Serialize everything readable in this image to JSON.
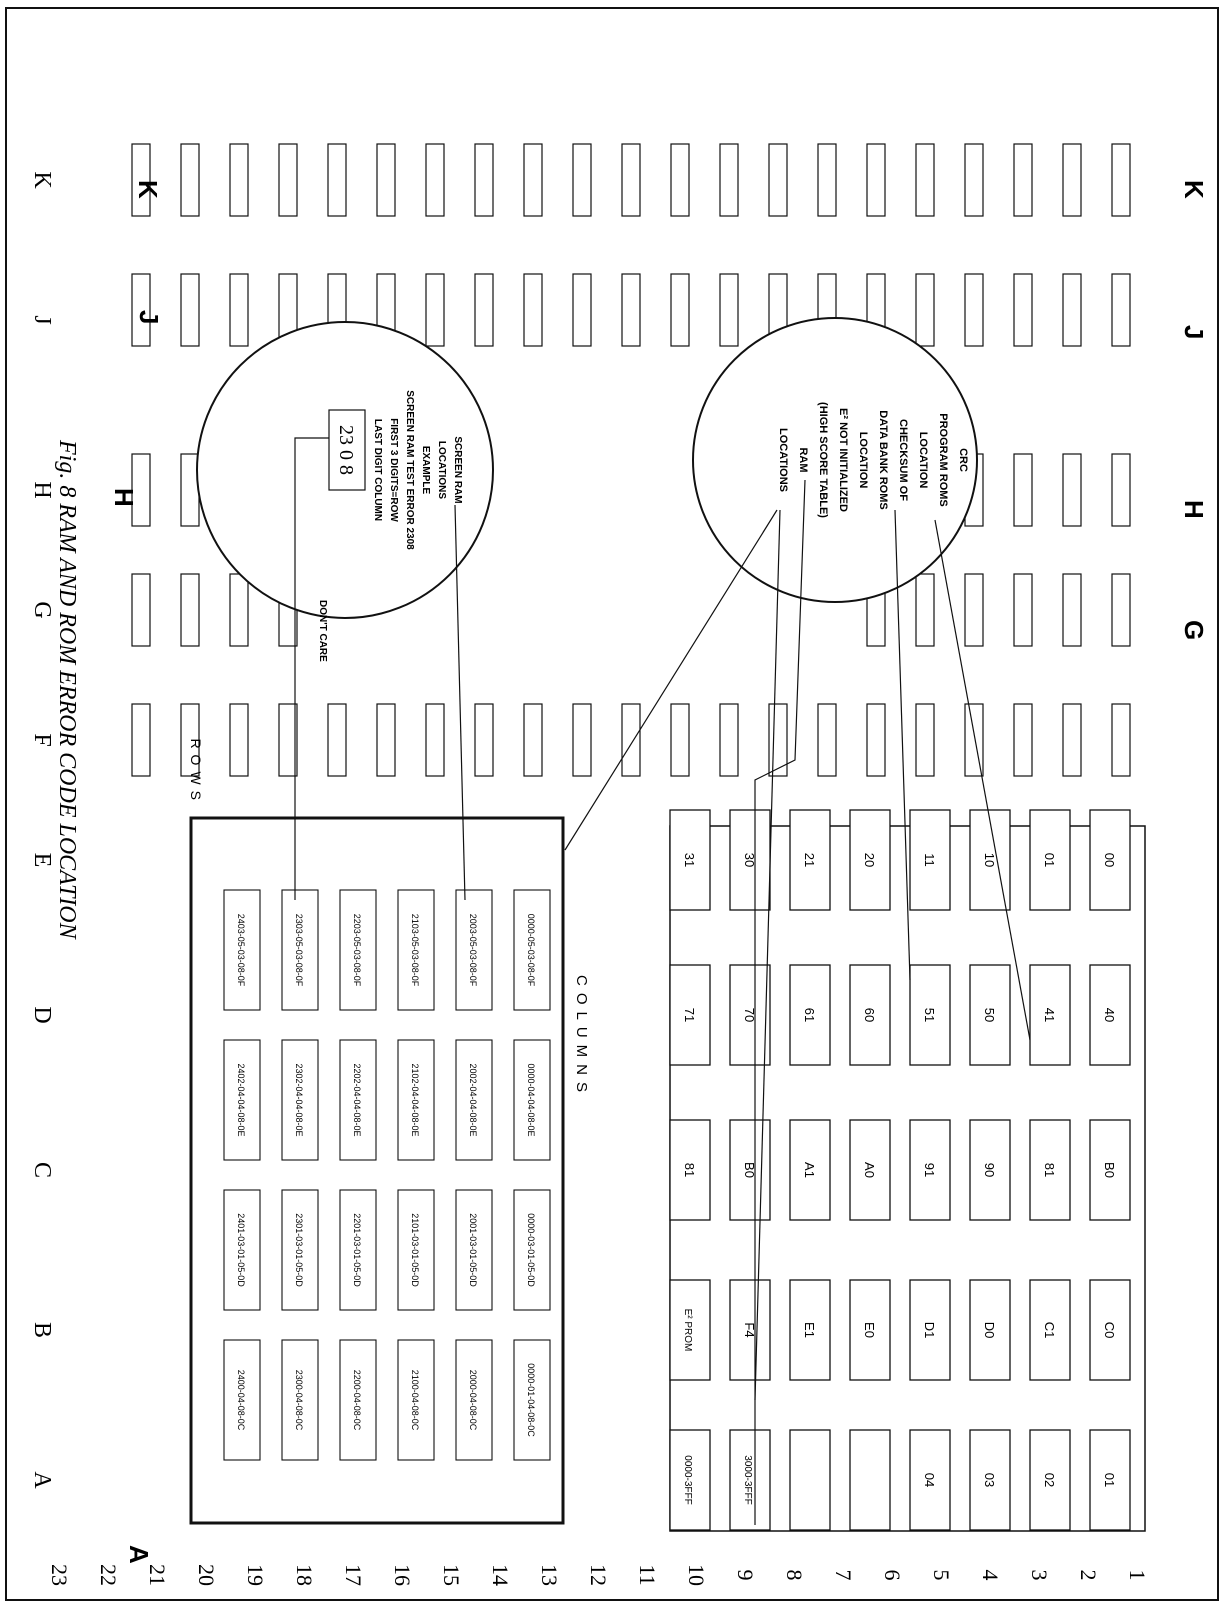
{
  "caption": "Fig. 8 RAM AND ROM ERROR CODE LOCATION",
  "grid": {
    "column_letters": [
      "A",
      "B",
      "C",
      "D",
      "E",
      "F",
      "G",
      "H",
      "J",
      "K"
    ],
    "row_numbers": [
      "1",
      "2",
      "3",
      "4",
      "5",
      "6",
      "7",
      "8",
      "9",
      "10",
      "11",
      "12",
      "13",
      "14",
      "15",
      "16",
      "17",
      "18",
      "19",
      "20",
      "21",
      "22",
      "23"
    ]
  },
  "rom_chips": {
    "col_A": [
      "01",
      "02",
      "03",
      "04",
      "",
      "",
      "3000-3FFF",
      "0000-3FFF"
    ],
    "col_B": [
      "C0",
      "C1",
      "D0",
      "D1",
      "E0",
      "E1",
      "F4",
      "E² PROM"
    ],
    "col_C": [
      "B0",
      "81",
      "90",
      "91",
      "A0",
      "A1",
      "B0",
      "81"
    ],
    "col_D": [
      "40",
      "41",
      "50",
      "51",
      "60",
      "61",
      "70",
      "71"
    ],
    "col_E": [
      "00",
      "01",
      "10",
      "11",
      "20",
      "21",
      "30",
      "31"
    ]
  },
  "ram_table": {
    "rows_label": "ROWS",
    "columns_label": "COLUMNS",
    "cells": [
      [
        "0000-01-04-08-0C",
        "0000-03-01-05-0D",
        "0000-04-04-08-0E",
        "0000-05-03-08-0F"
      ],
      [
        "2000-04-08-0C",
        "2001-03-01-05-0D",
        "2002-04-04-08-0E",
        "2003-05-03-08-0F"
      ],
      [
        "2100-04-08-0C",
        "2101-03-01-05-0D",
        "2102-04-04-08-0E",
        "2103-05-03-08-0F"
      ],
      [
        "2200-04-08-0C",
        "2201-03-01-05-0D",
        "2202-04-04-08-0E",
        "2203-05-03-08-0F"
      ],
      [
        "2300-04-08-0C",
        "2301-03-01-05-0D",
        "2302-04-04-08-0E",
        "2303-05-03-08-0F"
      ],
      [
        "2400-04-08-0C",
        "2401-03-01-05-0D",
        "2402-04-04-08-0E",
        "2403-05-03-08-0F"
      ]
    ]
  },
  "callout_right": {
    "lines": [
      "CRC",
      "PROGRAM ROMS",
      "LOCATION",
      "CHECKSUM OF",
      "DATA BANK ROMS",
      "LOCATION",
      "E² NOT INITIALIZED",
      "(HIGH SCORE TABLE)",
      "RAM",
      "LOCATIONS"
    ]
  },
  "callout_left": {
    "lines": [
      "SCREEN RAM",
      "LOCATIONS",
      "EXAMPLE",
      "SCREEN RAM TEST ERROR 2308",
      "FIRST 3 DIGITS=ROW",
      "LAST DIGIT COLUMN",
      "DON'T CARE"
    ],
    "chip_digits": "23 0 8"
  },
  "component_labels": {
    "K_left": "K",
    "J_left": "J",
    "H_left": "H",
    "A_left": "A",
    "K_right": "K",
    "J_right": "J",
    "H_right": "H",
    "G_right": "G"
  }
}
